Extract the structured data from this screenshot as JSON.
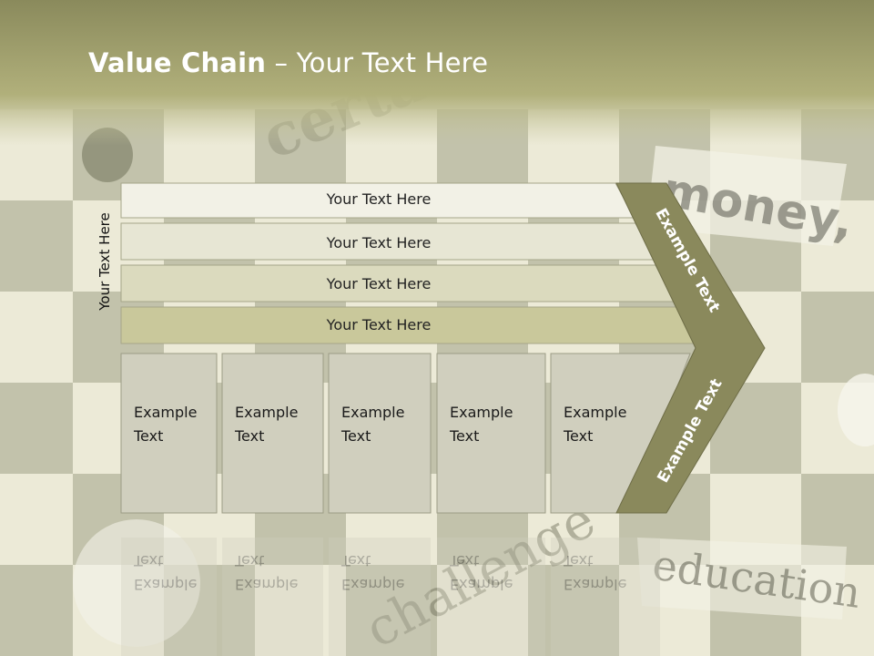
{
  "slide": {
    "title_bold": "Value Chain",
    "title_rest": " – Your Text Here",
    "side_label": "Your Text Here",
    "rows": [
      {
        "label": "Your Text Here"
      },
      {
        "label": "Your Text Here"
      },
      {
        "label": "Your Text Here"
      },
      {
        "label": "Your Text Here"
      }
    ],
    "boxes": [
      {
        "line1": "Example",
        "line2": "Text"
      },
      {
        "line1": "Example",
        "line2": "Text"
      },
      {
        "line1": "Example",
        "line2": "Text"
      },
      {
        "line1": "Example",
        "line2": "Text"
      },
      {
        "line1": "Example",
        "line2": "Text"
      }
    ],
    "arrow_top_text": "Example Text",
    "arrow_bottom_text": "Example Text"
  },
  "background_words": [
    "certainty",
    "money,",
    "challenge",
    "education"
  ],
  "colors": {
    "header_band": "#a9a874",
    "row1": "#f2f1e6",
    "row2": "#e7e6d4",
    "row3": "#dbdabe",
    "row4": "#c9c89b",
    "box_fill": "#d0cfbe",
    "chevron": "#8a895c",
    "title_text": "#ffffff"
  }
}
